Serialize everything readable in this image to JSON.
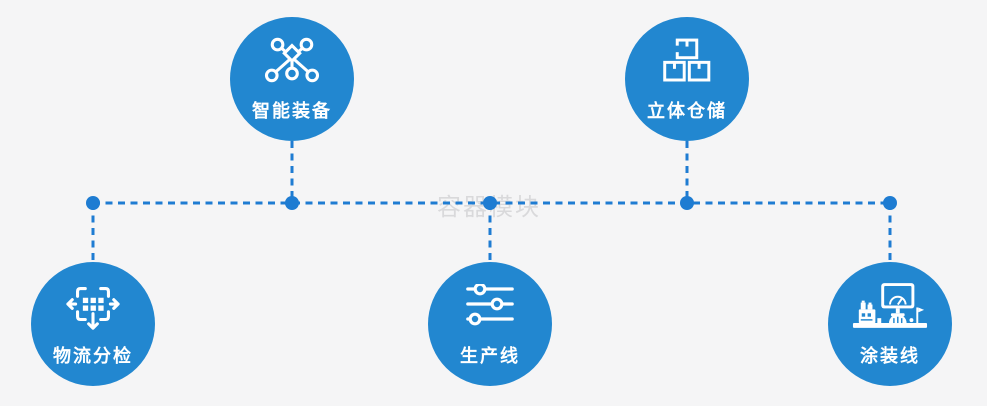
{
  "diagram": {
    "watermark": "容器模块",
    "colors": {
      "background": "#f5f5f6",
      "node_fill": "#2287d0",
      "connector": "#1e7cd2",
      "label": "#ffffff",
      "watermark_color": "#d9d9db"
    },
    "nodes": [
      {
        "label": "智能装备",
        "icon": "network-nodes-icon",
        "position": "top-left"
      },
      {
        "label": "立体仓储",
        "icon": "stacked-boxes-icon",
        "position": "top-right"
      },
      {
        "label": "物流分检",
        "icon": "distribute-arrows-icon",
        "position": "bottom-left"
      },
      {
        "label": "生产线",
        "icon": "sliders-icon",
        "position": "bottom-center"
      },
      {
        "label": "涂装线",
        "icon": "control-station-icon",
        "position": "bottom-right"
      }
    ]
  }
}
